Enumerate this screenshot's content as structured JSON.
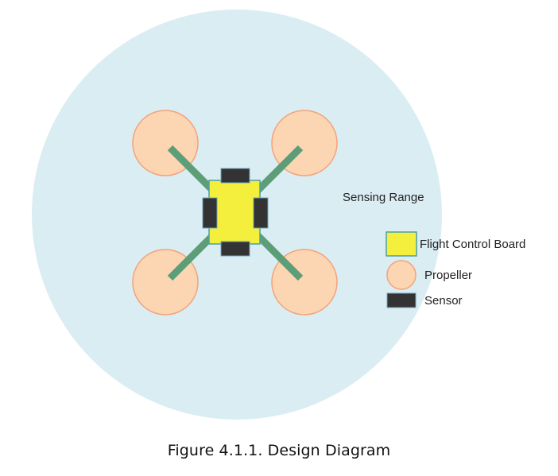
{
  "diagram": {
    "range_label": "Sensing Range",
    "legend": {
      "flight_board": "Flight Control Board",
      "propeller": "Propeller",
      "sensor": "Sensor"
    }
  },
  "caption": "Figure 4.1.1. Design Diagram",
  "colors": {
    "sensing_range": "#daedf3",
    "propeller_fill": "#fcd5b2",
    "propeller_stroke": "#f3a37a",
    "arm": "#5d9e78",
    "board_fill": "#f3ef3c",
    "board_stroke": "#4aa0a5",
    "sensor": "#333333"
  }
}
